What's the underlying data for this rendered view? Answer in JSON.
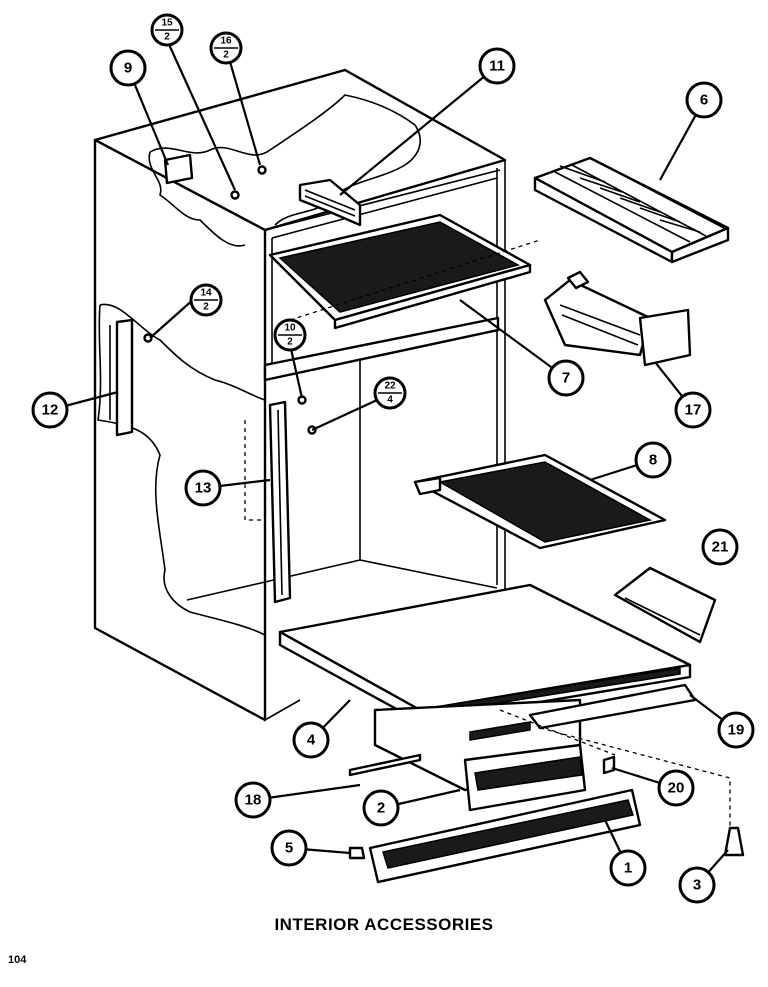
{
  "caption": "INTERIOR ACCESSORIES",
  "page_number": "104",
  "callouts": [
    {
      "id": "1",
      "label": "1"
    },
    {
      "id": "2",
      "label": "2"
    },
    {
      "id": "3",
      "label": "3"
    },
    {
      "id": "4",
      "label": "4"
    },
    {
      "id": "5",
      "label": "5"
    },
    {
      "id": "6",
      "label": "6"
    },
    {
      "id": "7",
      "label": "7"
    },
    {
      "id": "8",
      "label": "8"
    },
    {
      "id": "9",
      "label": "9"
    },
    {
      "id": "11",
      "label": "11"
    },
    {
      "id": "12",
      "label": "12"
    },
    {
      "id": "13",
      "label": "13"
    },
    {
      "id": "17",
      "label": "17"
    },
    {
      "id": "18",
      "label": "18"
    },
    {
      "id": "19",
      "label": "19"
    },
    {
      "id": "20",
      "label": "20"
    },
    {
      "id": "21",
      "label": "21"
    }
  ],
  "fraction_callouts": [
    {
      "id": "15-2",
      "top": "15",
      "bottom": "2"
    },
    {
      "id": "16-2",
      "top": "16",
      "bottom": "2"
    },
    {
      "id": "14-2",
      "top": "14",
      "bottom": "2"
    },
    {
      "id": "10-2",
      "top": "10",
      "bottom": "2"
    },
    {
      "id": "22-4",
      "top": "22",
      "bottom": "4"
    }
  ]
}
